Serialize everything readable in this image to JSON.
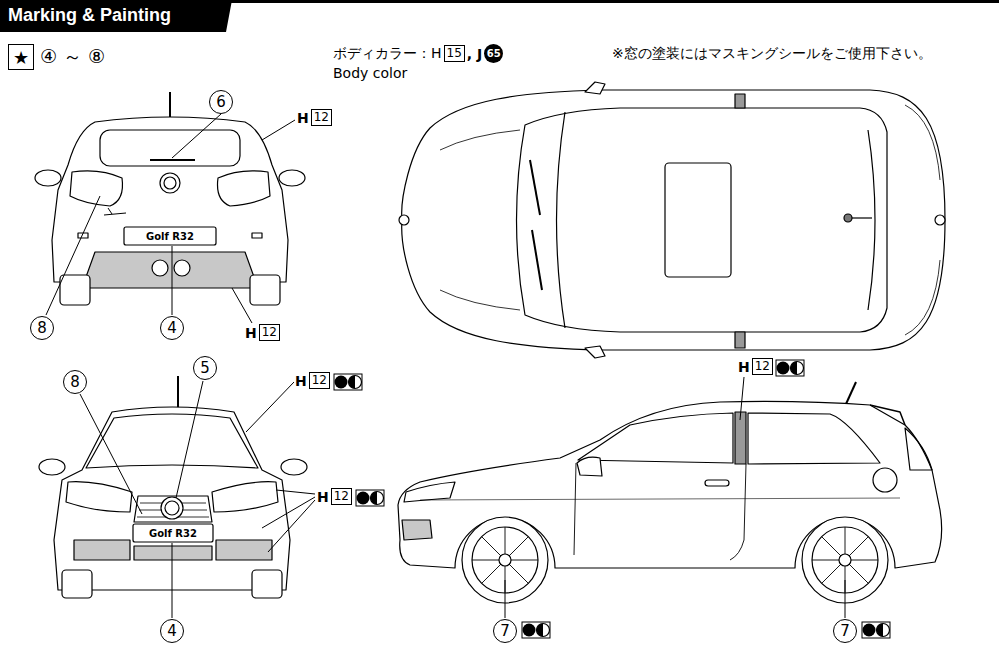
{
  "diagram": {
    "title": "Marking & Painting",
    "labels": [
      "★",
      "④ ～ ⑧",
      "ボディカラー：H",
      "15",
      ", J",
      "65",
      "Body color",
      "※窓の塗装にはマスキングシールをご使用下さい。",
      "6",
      "H",
      "12",
      "8",
      "4",
      "H",
      "12",
      "Golf R32",
      "8",
      "5",
      "H",
      "12",
      "H",
      "12",
      "Golf R32",
      "4",
      "H",
      "12",
      "7",
      "7"
    ]
  }
}
